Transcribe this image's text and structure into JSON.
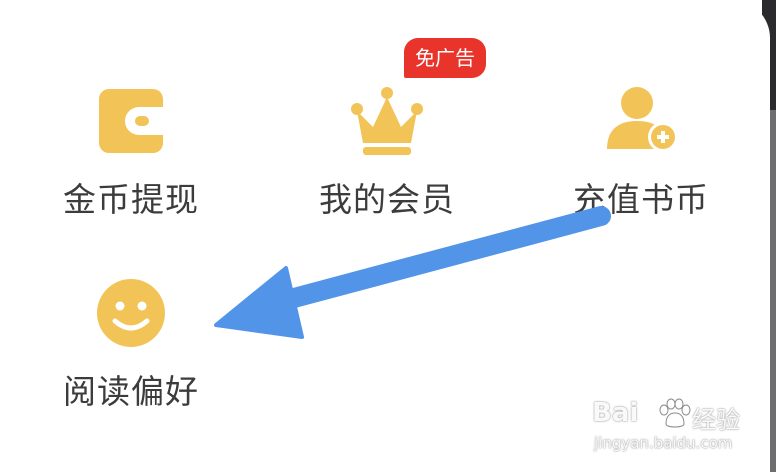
{
  "menu": {
    "items": [
      {
        "label": "金币提现",
        "icon": "wallet-icon"
      },
      {
        "label": "我的会员",
        "icon": "crown-icon",
        "badge": "免广告"
      },
      {
        "label": "充值书币",
        "icon": "user-add-icon"
      },
      {
        "label": "阅读偏好",
        "icon": "smiley-icon"
      }
    ]
  },
  "annotation": {
    "icon": "arrow-icon",
    "color": "#5294e8"
  },
  "watermark": {
    "brand": "Bai",
    "suffix": "经验",
    "url": "jingyan.baidu.com"
  },
  "colors": {
    "icon": "#f2c458",
    "badge": "#e8342b",
    "label": "#3c3c3c"
  }
}
